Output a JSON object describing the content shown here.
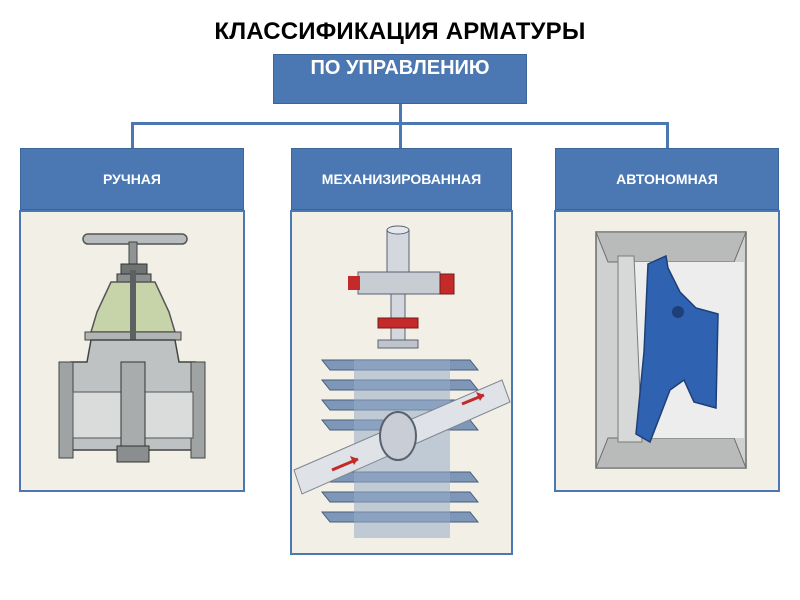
{
  "title": "КЛАССИФИКАЦИЯ АРМАТУРЫ",
  "root": "ПО УПРАВЛЕНИЮ",
  "categories": [
    {
      "label": "РУЧНАЯ"
    },
    {
      "label": "МЕХАНИЗИРОВАННАЯ"
    },
    {
      "label": "АВТОНОМНАЯ"
    }
  ],
  "colors": {
    "box_fill": "#4b78b2",
    "connector": "#4b78b2",
    "panel_bg": "#f1efe6",
    "valve_blue": "#2f62b1",
    "arrow_red": "#c42a2a"
  },
  "icons": [
    "gate-valve-illustration",
    "mechanized-valve-illustration",
    "check-valve-illustration"
  ]
}
